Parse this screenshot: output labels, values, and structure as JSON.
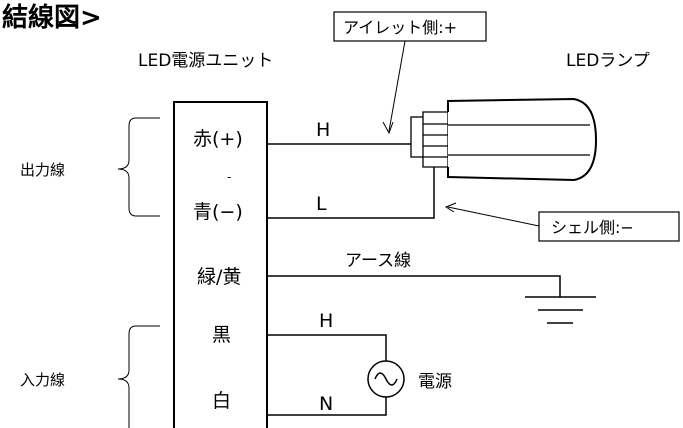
{
  "title": "結線図>",
  "unit_label": "LED電源ユニット",
  "lamp_label": "LEDランプ",
  "callout_eyelet": "アイレット側:+",
  "callout_shell": "シェル側:−",
  "terminals": {
    "red": "赤(+)",
    "dash": "-",
    "blue": "青(−)",
    "green_yellow": "緑/黄",
    "black": "黒",
    "white": "白"
  },
  "groups": {
    "output": "出力線",
    "input": "入力線"
  },
  "wires": {
    "H_out": "H",
    "L_out": "L",
    "earth": "アース線",
    "H_in": "H",
    "N_in": "N"
  },
  "power_label": "電源",
  "colors": {
    "line": "#000000",
    "background": "#ffffff"
  }
}
